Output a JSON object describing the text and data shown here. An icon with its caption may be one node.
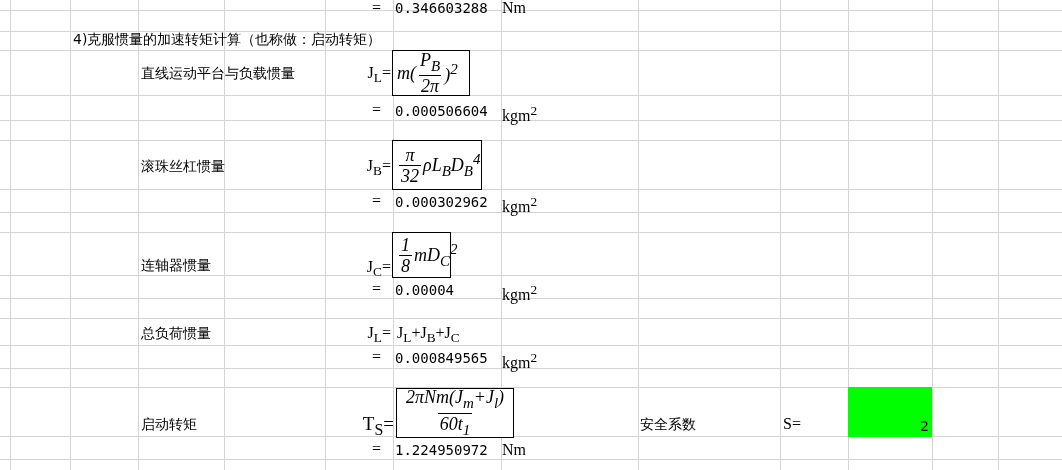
{
  "diagram": {
    "nodes": [
      {
        "text": [
          "m(",
          "P$_{B}$",
          "2π",
          ")$^{2}$"
        ]
      },
      {
        "text": [
          "π",
          "32",
          "ρL$_{B}$D$_{B}$$^{4}$"
        ]
      },
      {
        "text": [
          "1",
          "8",
          "mD$_{C}$$^{2}$"
        ]
      },
      {
        "text": [
          "2πNm(J$_{m}$+J$_{l}$)",
          "60t$_{1}$"
        ]
      },
      {
        "text": [
          "2"
        ]
      }
    ],
    "edges": [],
    "labels": [
      "=",
      "0.346603288",
      "Nm",
      "4)克服惯量的加速转矩计算（也称做：启动转矩）",
      "直线运动平台与负载惯量",
      "J$_{L}$=",
      "=",
      "0.000506604",
      "kgm$^{2}$",
      "滚珠丝杠惯量",
      "J$_{B}$=",
      "=",
      "0.000302962",
      "kgm$^{2}$",
      "连轴器惯量",
      "J$_{C}$=",
      "=",
      "0.00004",
      "kgm$^{2}$",
      "总负荷惯量",
      "J$_{L}$=",
      "J$_{L}$+J$_{B}$+J$_{C}$",
      "=",
      "0.000849565",
      "kgm$^{2}$",
      "启动转矩",
      "T$_{S}$=",
      "安全系数",
      "S=",
      "=",
      "1.224950972",
      "Nm"
    ]
  }
}
